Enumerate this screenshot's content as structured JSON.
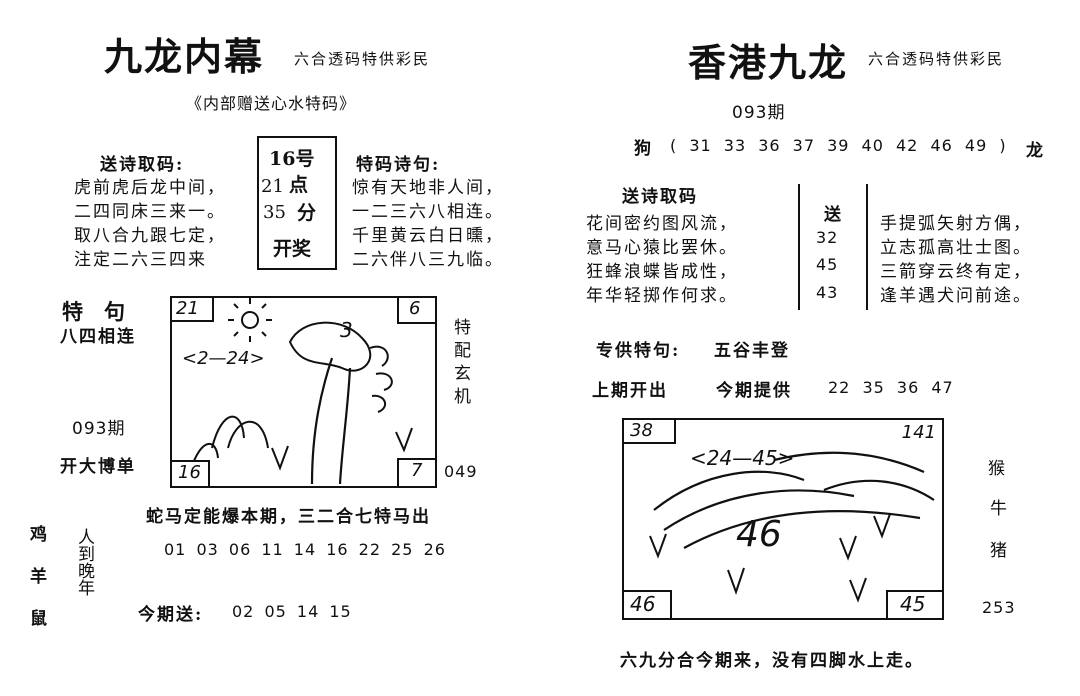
{
  "left": {
    "title": "九龙内幕",
    "tagline": "六合透码特供彩民",
    "subtitle": "《内部赠送心水特码》",
    "poem_label": "送诗取码:",
    "poem_lines": [
      "虎前虎后龙中间，",
      "二四同床三来一。",
      "取八合九跟七定，",
      "注定二六三四来"
    ],
    "draw_box": {
      "l1": "16号",
      "l2_num": "21",
      "l2_char": "点",
      "l3_num": "35",
      "l3_char": "分",
      "l4": "开奖"
    },
    "special_poem_label": "特码诗句:",
    "special_poem_lines": [
      "惊有天地非人间，",
      "一二三六八相连。",
      "千里黄云白日曛，",
      "二六伴八三九临。"
    ],
    "special_phrase_label": "特　句",
    "special_phrase": "八四相连",
    "period": "093期",
    "open_text": "开大博单",
    "side_vertical": "特配玄机",
    "side_number": "049",
    "picture": {
      "tl": "21",
      "tr": "6",
      "bl": "16",
      "br": "7",
      "pair": "<2—24>",
      "mid": "3"
    },
    "line1": "蛇马定能爆本期，三二合七特马出",
    "numbers": "01 03 06 11 14 16 22 25 26",
    "zodiacs": [
      "鸡",
      "羊",
      "鼠"
    ],
    "vertical_phrase": "人到晚年",
    "send_label": "今期送:",
    "send_numbers": "02 05 14 15"
  },
  "right": {
    "title": "香港九龙",
    "tagline": "六合透码特供彩民",
    "period": "093期",
    "row_left": "狗",
    "row_numbers": "( 31 33 36 37 39 40 42 46 49 )",
    "row_right": "龙",
    "poem_label": "送诗取码",
    "poem_left": [
      "花间密约图风流，",
      "意马心猿比罢休。",
      "狂蜂浪蝶皆成性，",
      "年华轻掷作何求。"
    ],
    "send_label": "送",
    "send_numbers": [
      "32",
      "45",
      "43"
    ],
    "poem_right": [
      "手提弧矢射方偶，",
      "立志孤高壮士图。",
      "三箭穿云终有定，",
      "逢羊遇犬问前途。"
    ],
    "special_label": "专供特句:",
    "special_value": "五谷丰登",
    "last_label": "上期开出",
    "this_label": "今期提供",
    "this_numbers": "22 35 36 47",
    "picture": {
      "tl": "38",
      "tr": "141",
      "bl": "46",
      "br": "45",
      "pair": "<24—45>",
      "mid": "46"
    },
    "side_zodiacs": [
      "猴",
      "牛",
      "猪"
    ],
    "side_number": "253",
    "footer": "六九分合今期来，没有四脚水上走。"
  }
}
